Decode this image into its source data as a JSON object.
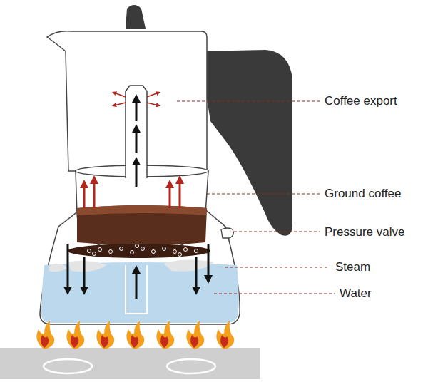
{
  "diagram": {
    "labels": [
      "Coffee export",
      "Ground coffee",
      "Pressure valve",
      "Steam",
      "Water"
    ]
  }
}
